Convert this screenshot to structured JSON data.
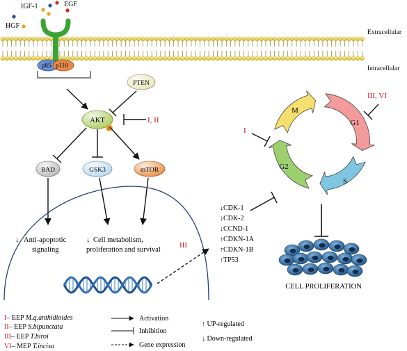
{
  "ligands": {
    "igf1": "IGF-1",
    "egf": "EGF",
    "hgf": "HGF"
  },
  "membrane": {
    "extracellular": "Extracellular",
    "intracellular": "Intracellular"
  },
  "pi3k": {
    "p85": "p85",
    "p110": "p110"
  },
  "nodes": {
    "pten": "PTEN",
    "akt": "AKT",
    "p_badge": "P",
    "bad": "BAD",
    "gsk3": "GSK3",
    "mtor": "mTOR"
  },
  "inhibitor_labels": {
    "akt": "I, II",
    "cycle_g2": "I",
    "cycle_g1": "III, VI",
    "gene": "III"
  },
  "outcomes": {
    "anti_apoptotic_1": "Anti-apoptotic",
    "anti_apoptotic_2": "signaling",
    "metabolism_1": "Cell metabolism,",
    "metabolism_2": "proliferation and survival",
    "down_arrow": "↓"
  },
  "cycle_phases": {
    "m": "M",
    "g1": "G1",
    "s": "S",
    "g2": "G2"
  },
  "genes": [
    "↓CDK-1",
    "↓CDK-2",
    "↓CCND-1",
    "↑CDKN-1A",
    "↑CDKN-1B",
    "↑TP53"
  ],
  "cell_proliferation": "CELL PROLIFERATION",
  "legend_extracts": [
    {
      "numeral": "I",
      "text": "– EEP ",
      "species": "M.q.anthidioides"
    },
    {
      "numeral": "II",
      "text": "– EEP ",
      "species": "S.bipunctata"
    },
    {
      "numeral": "III",
      "text": "– EEP ",
      "species": "T.biroi"
    },
    {
      "numeral": "VI",
      "text": "– MEP ",
      "species": "T.incisa"
    }
  ],
  "legend_arrows": {
    "activation": "Activation",
    "inhibition": "Inhibition",
    "expression": "Gene expression"
  },
  "legend_regulation": {
    "up": "↑ UP-regulated",
    "down": "↓ Down-regulated"
  },
  "colors": {
    "roman_numeral": "#c0151b",
    "pten": "#e8e4b2",
    "akt": "#a8c956",
    "phospho": "#f2a23a",
    "bad": "#b8b8b8",
    "gsk3": "#b8d6ee",
    "mtor": "#e88a3c",
    "phase_m": "#f5df6e",
    "phase_g1": "#f39a9a",
    "phase_s": "#7fc6e3",
    "phase_g2": "#9ccf6e",
    "receptor": "#3aa335",
    "p85": "#6a8fd0",
    "p110": "#e58a4a",
    "cell_body": "#2f6fa6"
  }
}
